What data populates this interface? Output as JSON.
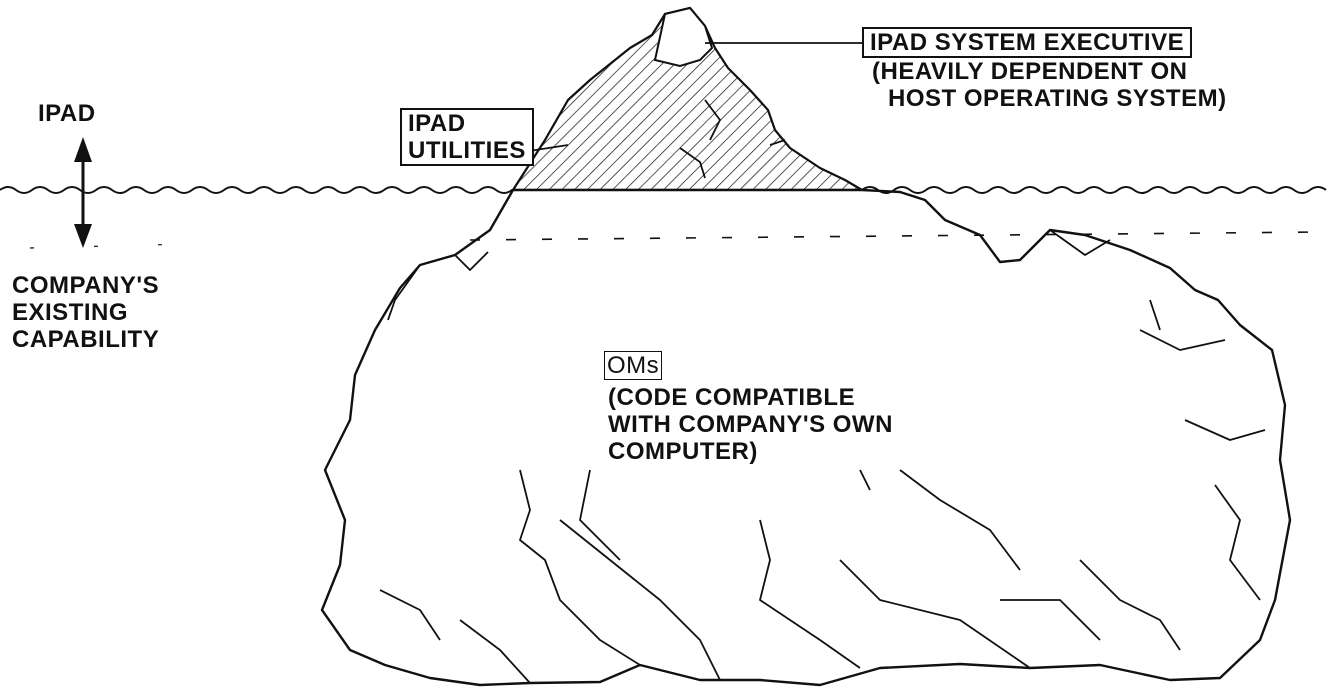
{
  "diagram": {
    "labels": {
      "executive_title": "IPAD SYSTEM EXECUTIVE",
      "executive_note_1": "(HEAVILY DEPENDENT ON",
      "executive_note_2": "HOST OPERATING SYSTEM)",
      "utilities_1": "IPAD",
      "utilities_2": "UTILITIES",
      "ipad_side": "IPAD",
      "company_1": "COMPANY'S",
      "company_2": "EXISTING",
      "company_3": "CAPABILITY",
      "oms_title": "OMs",
      "oms_note_1": "(CODE COMPATIBLE",
      "oms_note_2": "WITH COMPANY'S OWN",
      "oms_note_3": "COMPUTER)"
    },
    "colors": {
      "ink": "#111111",
      "background": "#ffffff"
    },
    "icons": {
      "arrow": "double-headed-vertical-arrow-icon"
    }
  }
}
